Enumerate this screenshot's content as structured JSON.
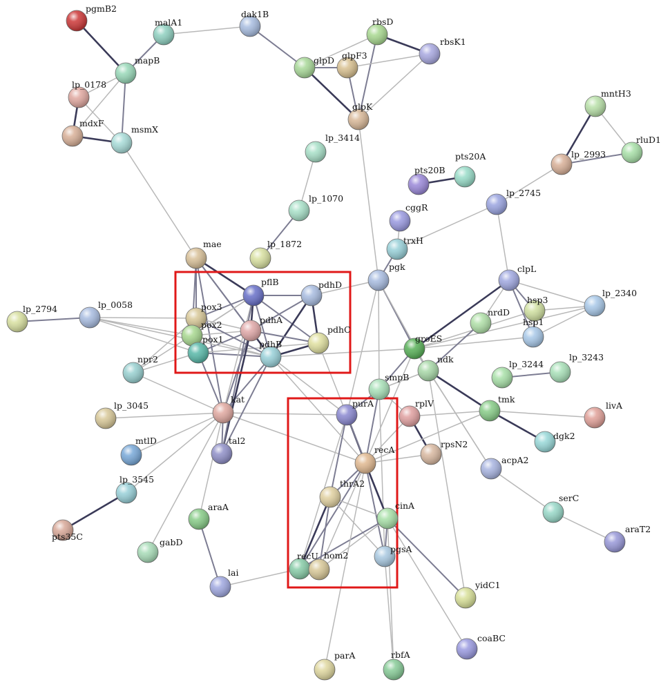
{
  "network": {
    "nodes": [
      {
        "id": "pgmB2",
        "label": "pgmB2",
        "color": "#cc3838"
      },
      {
        "id": "malA1",
        "label": "malA1",
        "color": "#8fd0c0"
      },
      {
        "id": "dak1B",
        "label": "dak1B",
        "color": "#a8bde0"
      },
      {
        "id": "rbsD",
        "label": "rbsD",
        "color": "#a8d890"
      },
      {
        "id": "rbsK1",
        "label": "rbsK1",
        "color": "#a8a8e0"
      },
      {
        "id": "mapB",
        "label": "mapB",
        "color": "#98d8b8"
      },
      {
        "id": "glpD",
        "label": "glpD",
        "color": "#a8d898"
      },
      {
        "id": "glpF3",
        "label": "glpF3",
        "color": "#d8c090"
      },
      {
        "id": "lp_0178",
        "label": "lp_0178",
        "color": "#e0a8a0"
      },
      {
        "id": "glpK",
        "label": "glpK",
        "color": "#d8b898"
      },
      {
        "id": "mntH3",
        "label": "mntH3",
        "color": "#b8e0a8"
      },
      {
        "id": "mdxF",
        "label": "mdxF",
        "color": "#d8b098"
      },
      {
        "id": "msmX",
        "label": "msmX",
        "color": "#a8dcd8"
      },
      {
        "id": "rluD1",
        "label": "rluD1",
        "color": "#a8e0a8"
      },
      {
        "id": "lp_3414",
        "label": "lp_3414",
        "color": "#a8e0c8"
      },
      {
        "id": "lp_2993",
        "label": "lp_2993",
        "color": "#d8b098"
      },
      {
        "id": "pts20B",
        "label": "pts20B",
        "color": "#9a88d8"
      },
      {
        "id": "pts20A",
        "label": "pts20A",
        "color": "#98dcc8"
      },
      {
        "id": "lp_2745",
        "label": "lp_2745",
        "color": "#9aa4e0"
      },
      {
        "id": "lp_1070",
        "label": "lp_1070",
        "color": "#a8e0c8"
      },
      {
        "id": "cggR",
        "label": "cggR",
        "color": "#9a9ae0"
      },
      {
        "id": "trxH",
        "label": "trxH",
        "color": "#98d0d8"
      },
      {
        "id": "mae",
        "label": "mae",
        "color": "#d8c098"
      },
      {
        "id": "lp_1872",
        "label": "lp_1872",
        "color": "#d8e0a0"
      },
      {
        "id": "pflB",
        "label": "pflB",
        "color": "#6870c8"
      },
      {
        "id": "pdhD",
        "label": "pdhD",
        "color": "#a8bce0"
      },
      {
        "id": "pgk",
        "label": "pgk",
        "color": "#a8bce0"
      },
      {
        "id": "clpL",
        "label": "clpL",
        "color": "#a0a8e0"
      },
      {
        "id": "lp_2340",
        "label": "lp_2340",
        "color": "#a8c8e8"
      },
      {
        "id": "lp_2794",
        "label": "lp_2794",
        "color": "#d8e0a0"
      },
      {
        "id": "lp_0058",
        "label": "lp_0058",
        "color": "#a8bce0"
      },
      {
        "id": "pox3",
        "label": "pox3",
        "color": "#d8c898"
      },
      {
        "id": "pdhA",
        "label": "pdhA",
        "color": "#e0a8a8"
      },
      {
        "id": "hsp3",
        "label": "hsp3",
        "color": "#d0e0a0"
      },
      {
        "id": "nrdD",
        "label": "nrdD",
        "color": "#b0e0a8"
      },
      {
        "id": "pox2",
        "label": "pox2",
        "color": "#a8d890"
      },
      {
        "id": "pdhC",
        "label": "pdhC",
        "color": "#e0e0a0"
      },
      {
        "id": "hsp1",
        "label": "hsp1",
        "color": "#a8c8e8"
      },
      {
        "id": "groES",
        "label": "groES",
        "color": "#58b058"
      },
      {
        "id": "pox1",
        "label": "pox1",
        "color": "#58b8a8"
      },
      {
        "id": "pdhB",
        "label": "pdhB",
        "color": "#98d0d8"
      },
      {
        "id": "ndk",
        "label": "ndk",
        "color": "#a8d8a8"
      },
      {
        "id": "npr2",
        "label": "npr2",
        "color": "#98d0d0"
      },
      {
        "id": "lp_3244",
        "label": "lp_3244",
        "color": "#a8e0a8"
      },
      {
        "id": "lp_3243",
        "label": "lp_3243",
        "color": "#a8e0b8"
      },
      {
        "id": "smpB",
        "label": "smpB",
        "color": "#a8e0b8"
      },
      {
        "id": "lp_3045",
        "label": "lp_3045",
        "color": "#d8c898"
      },
      {
        "id": "kat",
        "label": "kat",
        "color": "#e0a8a0"
      },
      {
        "id": "purA",
        "label": "purA",
        "color": "#8a88d0"
      },
      {
        "id": "rplV",
        "label": "rplV",
        "color": "#e0a0a0"
      },
      {
        "id": "tmk",
        "label": "tmk",
        "color": "#88cc88"
      },
      {
        "id": "livA",
        "label": "livA",
        "color": "#e0a098"
      },
      {
        "id": "mtlD",
        "label": "mtlD",
        "color": "#78a8d8"
      },
      {
        "id": "tal2",
        "label": "tal2",
        "color": "#9090c8"
      },
      {
        "id": "dgk2",
        "label": "dgk2",
        "color": "#98d8d8"
      },
      {
        "id": "recA",
        "label": "recA",
        "color": "#e0b890"
      },
      {
        "id": "rpsN2",
        "label": "rpsN2",
        "color": "#d8b8a0"
      },
      {
        "id": "acpA2",
        "label": "acpA2",
        "color": "#a8b4e0"
      },
      {
        "id": "lp_3545",
        "label": "lp_3545",
        "color": "#98d0d8"
      },
      {
        "id": "thrA2",
        "label": "thrA2",
        "color": "#e0d0a0"
      },
      {
        "id": "cinA",
        "label": "cinA",
        "color": "#a8e0a8"
      },
      {
        "id": "araA",
        "label": "araA",
        "color": "#88cc88"
      },
      {
        "id": "serC",
        "label": "serC",
        "color": "#98d8c8"
      },
      {
        "id": "pts35C",
        "label": "pts35C",
        "color": "#d8a898"
      },
      {
        "id": "araT2",
        "label": "araT2",
        "color": "#9898d8"
      },
      {
        "id": "gabD",
        "label": "gabD",
        "color": "#a8dcb8"
      },
      {
        "id": "recU",
        "label": "recU",
        "color": "#88cca8"
      },
      {
        "id": "hom2",
        "label": "hom2",
        "color": "#d8c898"
      },
      {
        "id": "pgsA",
        "label": "pgsA",
        "color": "#a8c8e0"
      },
      {
        "id": "lai",
        "label": "lai",
        "color": "#a0a8e0"
      },
      {
        "id": "yidC1",
        "label": "yidC1",
        "color": "#d8e098"
      },
      {
        "id": "coaBC",
        "label": "coaBC",
        "color": "#9a9ae0"
      },
      {
        "id": "parA",
        "label": "parA",
        "color": "#e0d8a0"
      },
      {
        "id": "rbfA",
        "label": "rbfA",
        "color": "#88cc98"
      }
    ],
    "highlight_color": "#e01818"
  }
}
